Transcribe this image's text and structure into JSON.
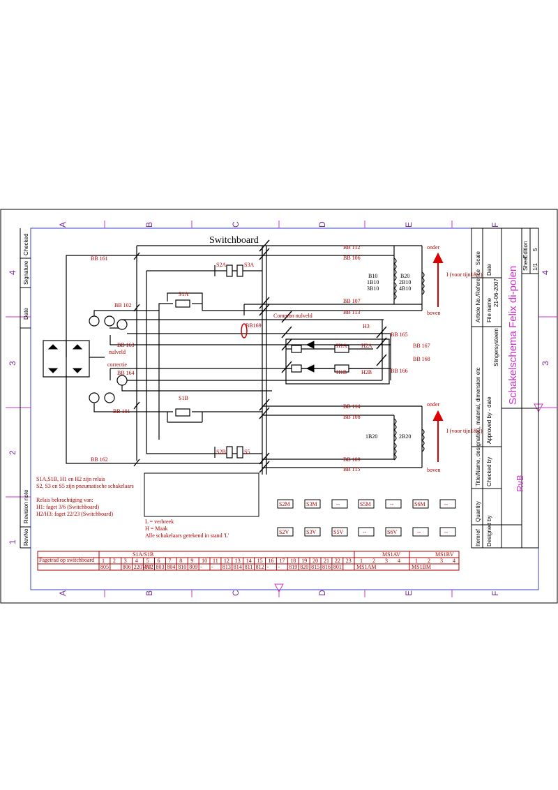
{
  "title": "Switchboard",
  "zones_cols": [
    "A",
    "B",
    "C",
    "D",
    "E",
    "F"
  ],
  "zones_rows": [
    "4",
    "3",
    "2",
    "1"
  ],
  "border_right_rows": [
    "4",
    "3"
  ],
  "colors": {
    "frame": "#000000",
    "wire": "#000000",
    "label": "#b00000",
    "accent": "#cc33cc",
    "zone": "#7a2a9a",
    "arrow": "#dd0000"
  },
  "left_strip": [
    "Checked",
    "Signature",
    "Date",
    "Revision note",
    "RevNo"
  ],
  "bus_labels": {
    "bb161": "BB 161",
    "bb162": "BB 162",
    "bb102": "BB 102",
    "bb101": "BB 101",
    "bb163": "BB 163",
    "bb164": "BB 164",
    "bb169": "BB169",
    "bb112": "BB 112",
    "bb106": "BB 106",
    "bb107": "BB 107",
    "bb113": "BB 113",
    "bb114": "BB 114",
    "bb108": "BB 108",
    "bb109": "BB 109",
    "bb115": "BB 115",
    "bb165": "BB 165",
    "bb166": "BB 166",
    "bb167": "BB 167",
    "bb168": "BB 168"
  },
  "switch_labels": {
    "s1a": "S1A",
    "s1b": "S1B",
    "s2a": "S2A",
    "s3a": "S3A",
    "s2b": "S2B",
    "s5": "S5"
  },
  "relay_labels": {
    "h1a": "H1A",
    "h1b": "H1B",
    "h2a": "H2A",
    "h2b": "H2B",
    "h3": "H3"
  },
  "text_labels": {
    "common_nulveld": "Common nulveld",
    "nulveld": "nulveld",
    "correctie": "correctie",
    "onder_top": "onder",
    "boven_top": "boven",
    "onder_bot": "onder",
    "boven_bot": "boven",
    "voor_top": "I  (voor tijn1&2)",
    "voor_bot": "I  (voor tijn1&2)"
  },
  "coil_labels": {
    "b10": "B10",
    "1b10": "1B10",
    "3b10": "3B10",
    "b20": "B20",
    "2b10": "2B10",
    "4b10": "4B10",
    "1b20": "1B20",
    "2b20": "2B20"
  },
  "notes": [
    "S1A,S1B, H1 en H2 zijn relais",
    "S2, S3 en S5 zijn pneumatische schakelaars",
    "",
    "Relais bekrachtiging van:",
    "H1:          faget 3/6      (Switchboard)",
    "H2/H3:      faget 22/23    (Switchboard)"
  ],
  "legend": [
    "L = verbreek",
    "H = Maak",
    "Alle schakelaars getekend in stand 'L'"
  ],
  "status_row1": [
    "S2M",
    "S3M",
    "--",
    "S5M",
    "--",
    "S6M",
    "--"
  ],
  "status_row2": [
    "S2V",
    "S3V",
    "S5V",
    "--",
    "S6V",
    "--",
    "--"
  ],
  "fag_table": {
    "header_left": "Fagetrad op switchboard",
    "group1": "S1A/S1B",
    "group2": "MS1AV",
    "group3": "MS1BV",
    "nums": [
      "1",
      "2",
      "3",
      "4",
      "5",
      "6",
      "7",
      "8",
      "9",
      "10",
      "11",
      "12",
      "13",
      "14",
      "15",
      "16",
      "17",
      "18",
      "19",
      "20",
      "21",
      "22",
      "23"
    ],
    "vals": [
      "805",
      "",
      "806",
      "220VAC",
      "802",
      "803",
      "804",
      "810",
      "809",
      "-",
      "-",
      "813",
      "814",
      "811",
      "812",
      "-",
      "-",
      "819",
      "820",
      "815",
      "816",
      "801"
    ],
    "ms1a_nums": [
      "1",
      "2",
      "3",
      "4"
    ],
    "ms1a_val": "MS1AM",
    "ms1b_nums": [
      "1",
      "2",
      "3",
      "4"
    ],
    "ms1b_val": "MS1BM"
  },
  "title_block": {
    "project": "Schakelschema Felix di-polen",
    "designer_initials": "RvB",
    "item_no": "Itemref",
    "quantity": "Quantity",
    "title_name": "Title/Name, designation, material, dimension etc",
    "article": "Article No./Reference",
    "scale": "Scale",
    "designed_by": "Designed by",
    "checked_by": "Checked by",
    "approved": "Approved by - date",
    "file_name_label": "File name",
    "file_name": "Slingersysteem",
    "date_label": "Date",
    "date": "21-06-2007",
    "edition_label": "Edition",
    "edition": "5",
    "sheet_label": "Sheet",
    "sheet": "1/1"
  }
}
